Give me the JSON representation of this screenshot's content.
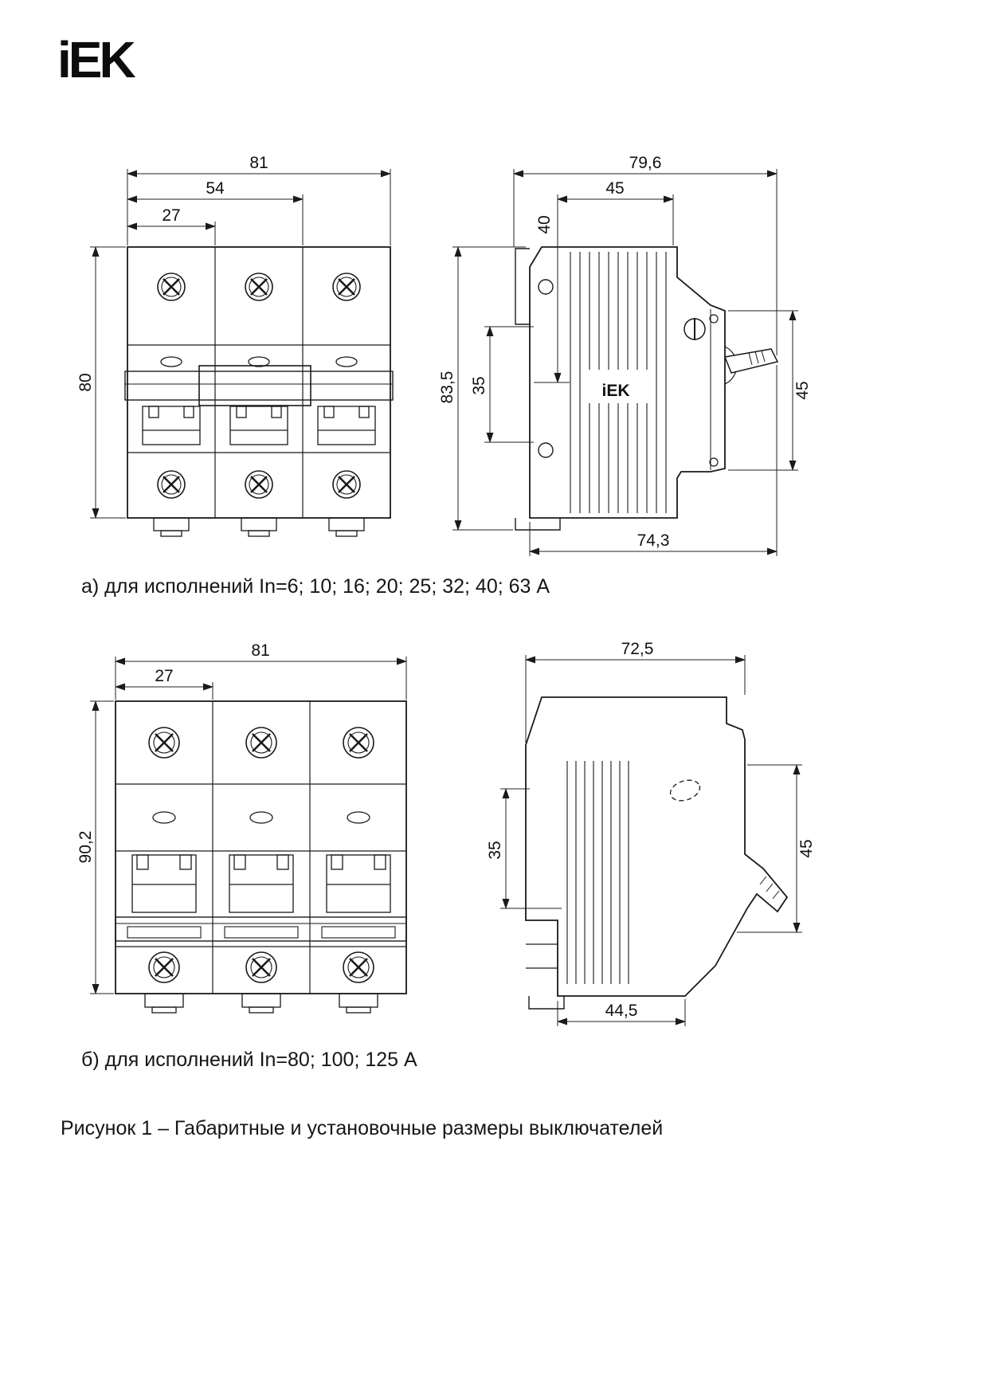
{
  "page": {
    "logo": "iEK",
    "caption_a": "а) для исполнений In=6; 10; 16; 20; 25; 32; 40; 63 А",
    "caption_b": "б) для исполнений In=80; 100; 125 А",
    "figure_title": "Рисунок 1 – Габаритные и установочные размеры выключателей"
  },
  "dims": {
    "a_front": {
      "w81": "81",
      "w54": "54",
      "w27": "27",
      "h80": "80"
    },
    "a_side": {
      "w796": "79,6",
      "w45": "45",
      "h40": "40",
      "h835": "83,5",
      "h35": "35",
      "h45r": "45",
      "w743": "74,3",
      "logo": "iEK"
    },
    "b_front": {
      "w81": "81",
      "w27": "27",
      "h902": "90,2"
    },
    "b_side": {
      "w725": "72,5",
      "h35": "35",
      "h45": "45",
      "w445": "44,5"
    }
  }
}
